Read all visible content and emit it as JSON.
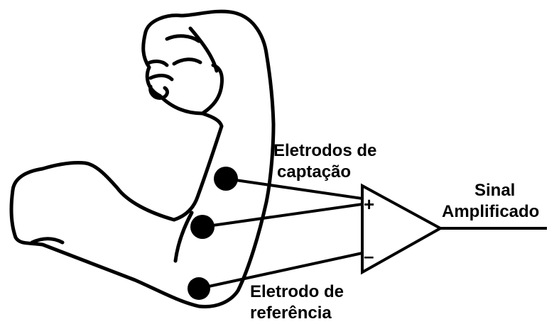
{
  "labels": {
    "pickup_electrodes_line1": "Eletrodos de",
    "pickup_electrodes_line2": "captação",
    "reference_electrode_line1": "Eletrodo de",
    "reference_electrode_line2": "referência",
    "output_line1": "Sinal",
    "output_line2": "Amplificado"
  },
  "amplifier": {
    "plus_sign": "+",
    "minus_sign": "–"
  },
  "colors": {
    "stroke": "#000000",
    "background": "#ffffff",
    "electrode": "#000000"
  },
  "icons": [
    "arm-illustration",
    "electrode-dot",
    "op-amp-triangle"
  ]
}
